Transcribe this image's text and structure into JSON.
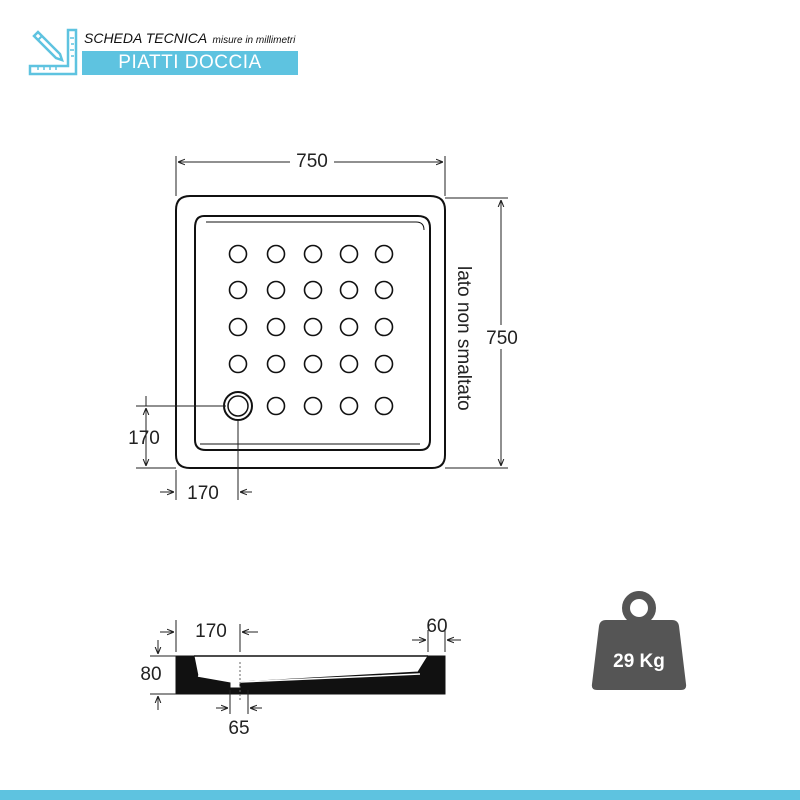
{
  "header": {
    "title": "SCHEDA TECNICA",
    "subtitle": "misure in millimetri",
    "category": "PIATTI DOCCIA",
    "accent_color": "#5ec3e0",
    "logo_icon": "ruler-pencil-icon"
  },
  "top_view": {
    "width_label": "750",
    "depth_label": "750",
    "side_note": "lato non smaltato",
    "drain_offset_y_label": "170",
    "drain_offset_x_label": "170"
  },
  "side_view": {
    "drain_distance_label": "170",
    "rim_label": "60",
    "height_label": "80",
    "drain_diameter_label": "65"
  },
  "weight": {
    "label": "29 Kg",
    "icon": "weight-icon",
    "color": "#555555"
  }
}
